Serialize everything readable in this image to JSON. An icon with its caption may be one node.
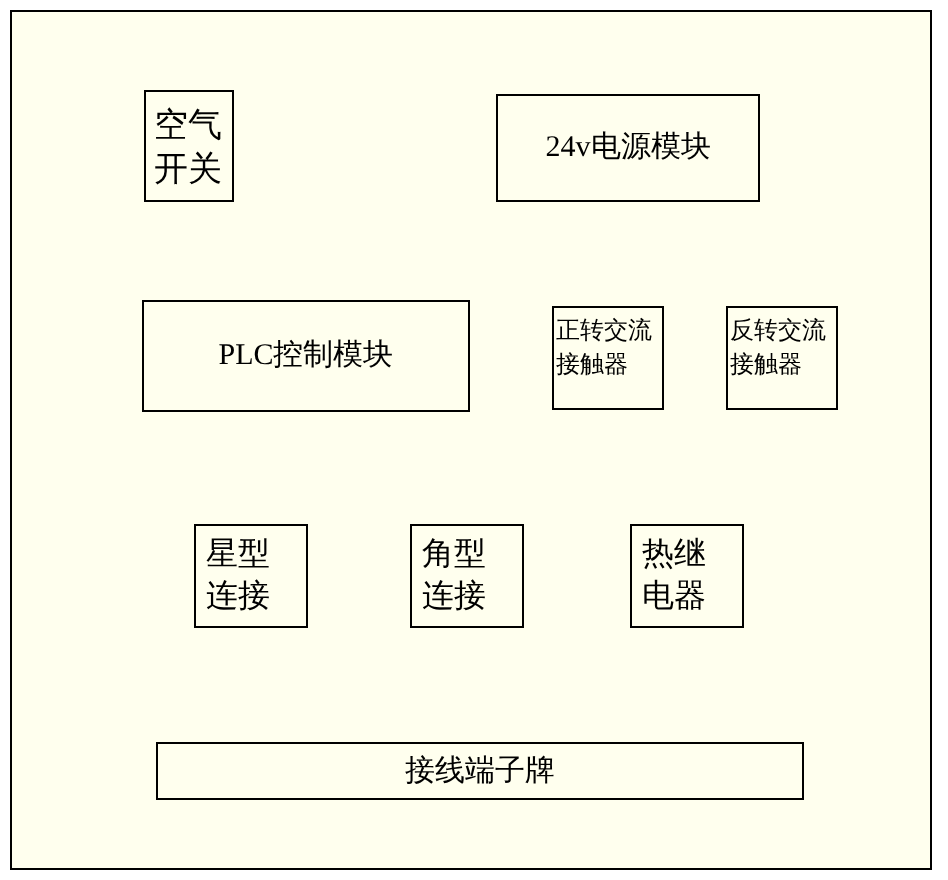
{
  "diagram": {
    "nodes": [
      {
        "text": [
          "空气开关"
        ]
      },
      {
        "text": [
          "24v电源模块"
        ]
      },
      {
        "text": [
          "PLC控制模块"
        ]
      },
      {
        "text": [
          "正转交流接触器"
        ]
      },
      {
        "text": [
          "反转交流接触器"
        ]
      },
      {
        "text": [
          "星型连接"
        ]
      },
      {
        "text": [
          "角型连接"
        ]
      },
      {
        "text": [
          "热继电器"
        ]
      },
      {
        "text": [
          "接线端子牌"
        ]
      }
    ]
  }
}
